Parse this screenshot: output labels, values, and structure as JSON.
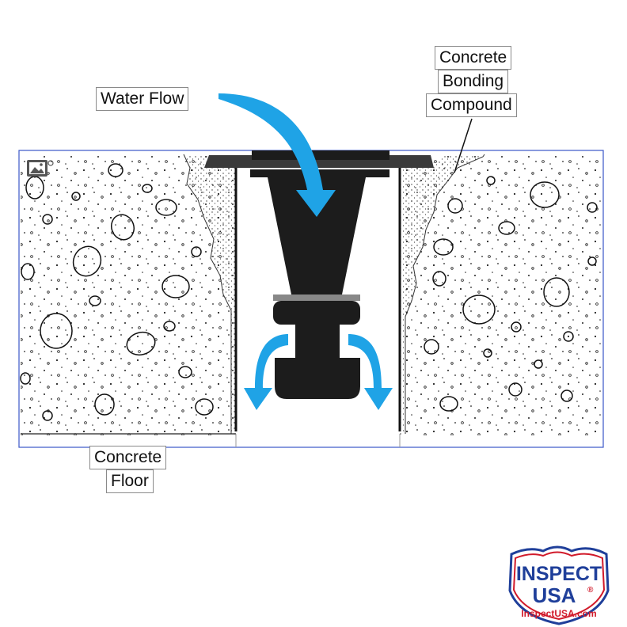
{
  "labels": {
    "water_flow": "Water Flow",
    "concrete_bonding_compound": [
      "Concrete",
      "Bonding",
      "Compound"
    ],
    "concrete_floor": [
      "Concrete",
      "Floor"
    ]
  },
  "logo": {
    "line1": "INSPECT",
    "line2": "USA",
    "registered": "®",
    "url": "InspectUSA.com"
  },
  "colors": {
    "water_arrow": "#1fa3e6",
    "drain_body": "#1c1c1c",
    "frame_border": "#3b57c9",
    "logo_red": "#d11a2a",
    "logo_blue": "#1f3f9a"
  }
}
